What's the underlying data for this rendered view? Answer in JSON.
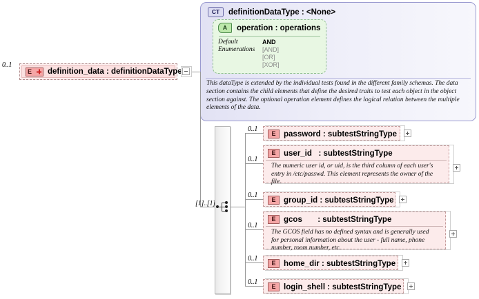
{
  "diagram": {
    "kind": "xsd-schema-diagram",
    "colors": {
      "element_fill": "#fcebeb",
      "element_icon": "#f5a6a6",
      "complextype_fill": "#e2e2f4",
      "attribute_fill": "#e8f7e3",
      "line": "#999999"
    }
  },
  "root_element": {
    "cardinality": "0..1",
    "icon": "element-plus-icon",
    "icon_label": "E",
    "label": "definition_data : definitionDataType",
    "toggle": "minus"
  },
  "complex_type": {
    "icon_label": "CT",
    "title": "definitionDataType : <None>",
    "attribute": {
      "icon_label": "A",
      "title": "operation : operations",
      "rows": [
        {
          "key": "Default",
          "value": "AND",
          "style": "strong"
        },
        {
          "key": "Enumerations",
          "value": "[AND]",
          "style": "enum"
        },
        {
          "key": "",
          "value": "[OR]",
          "style": "enum"
        },
        {
          "key": "",
          "value": "[XOR]",
          "style": "enum"
        }
      ]
    },
    "documentation": "This dataType is extended by the individual tests found in the different family schemas.  The data section contains the child elements that define the desired traits to test each object in the object section against.  The optional operation element defines the logical relation between the multiple elements of the data."
  },
  "sequence": {
    "cardinality": "[1]..[1]",
    "icon": "sequence-compositor-icon"
  },
  "children": [
    {
      "cardinality": "0..1",
      "icon_label": "E",
      "label": "password : subtestStringType",
      "documentation": "",
      "toggle": "plus"
    },
    {
      "cardinality": "0..1",
      "icon_label": "E",
      "label": "user_id   : subtestStringType",
      "documentation": "The numeric user id, or uid, is the third column of each user's entry in /etc/passwd.  This element represents the owner of the file.",
      "toggle": "plus"
    },
    {
      "cardinality": "0..1",
      "icon_label": "E",
      "label": "group_id : subtestStringType",
      "documentation": "",
      "toggle": "plus"
    },
    {
      "cardinality": "0..1",
      "icon_label": "E",
      "label": "gcos       : subtestStringType",
      "documentation": "The GCOS field has no defined syntax and is generally used for personal information about the user - full name, phone number, room number, etc.",
      "toggle": "plus"
    },
    {
      "cardinality": "0..1",
      "icon_label": "E",
      "label": "home_dir : subtestStringType",
      "documentation": "",
      "toggle": "plus"
    },
    {
      "cardinality": "0..1",
      "icon_label": "E",
      "label": "login_shell : subtestStringType",
      "documentation": "",
      "toggle": "plus"
    }
  ]
}
